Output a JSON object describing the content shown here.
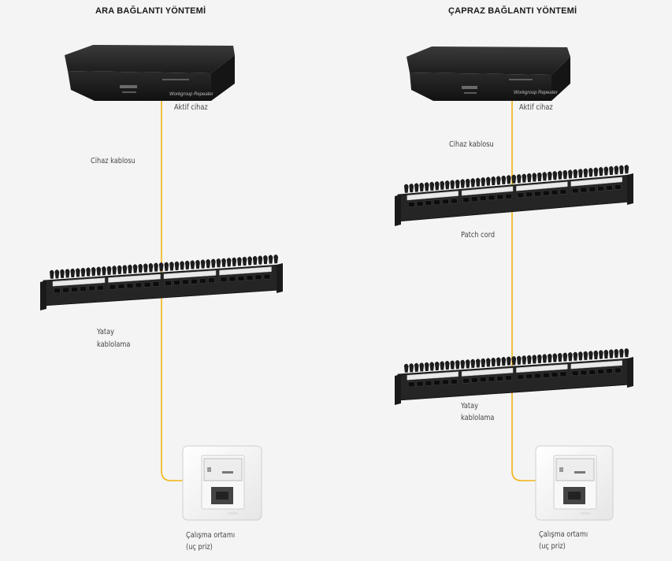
{
  "left_panel": {
    "title": "ARA BAĞLANTI YÖNTEMİ",
    "labels": {
      "active_device": "Aktif cihaz",
      "device_cable": "Cihaz kablosu",
      "horizontal_cabling_line1": "Yatay",
      "horizontal_cabling_line2": "kablolama",
      "work_area_line1": "Çalışma ortamı",
      "work_area_line2": "(uç priz)"
    }
  },
  "right_panel": {
    "title": "ÇAPRAZ BAĞLANTI YÖNTEMİ",
    "labels": {
      "active_device": "Aktif cihaz",
      "device_cable": "Cihaz kablosu",
      "patch_cord": "Patch cord",
      "horizontal_cabling_line1": "Yatay",
      "horizontal_cabling_line2": "kablolama",
      "work_area_line1": "Çalışma ortamı",
      "work_area_line2": "(uç priz)"
    }
  },
  "device_text": {
    "model_label": "Workgroup Repeater"
  },
  "colors": {
    "cable": "#f2b315",
    "device_body": "#1f1f1f",
    "panel_body": "#252525",
    "background": "#f4f4f4"
  }
}
